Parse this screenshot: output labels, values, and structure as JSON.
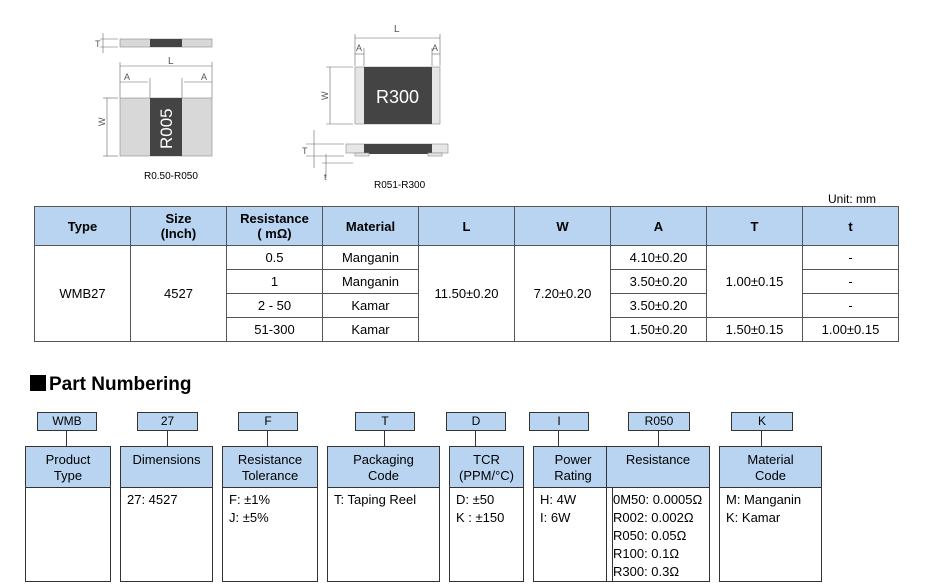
{
  "drawings": {
    "left_top_label": "R0.50-R050",
    "left_chip_text": "R005",
    "right_label": "R051-R300",
    "right_chip_text": "R300",
    "dim_L": "L",
    "dim_A": "A",
    "dim_W": "W",
    "dim_T": "T",
    "dim_t": "t"
  },
  "unit_label": "Unit: mm",
  "spec_table": {
    "headers": {
      "type": "Type",
      "size_line1": "Size",
      "size_line2": "(Inch)",
      "res_line1": "Resistance",
      "res_line2": "( mΩ)",
      "material": "Material",
      "L": "L",
      "W": "W",
      "A": "A",
      "T": "T",
      "t": "t"
    },
    "type": "WMB27",
    "size": "4527",
    "L": "11.50±0.20",
    "W": "7.20±0.20",
    "rows": [
      {
        "resistance": "0.5",
        "material": "Manganin",
        "A": "4.10±0.20",
        "t": "-"
      },
      {
        "resistance": "1",
        "material": "Manganin",
        "A": "3.50±0.20",
        "t": "-"
      },
      {
        "resistance": "2 - 50",
        "material": "Kamar",
        "A": "3.50±0.20",
        "t": "-"
      },
      {
        "resistance": "51-300",
        "material": "Kamar",
        "A": "1.50±0.20",
        "T": "1.50±0.15",
        "t": "1.00±0.15"
      }
    ],
    "T_merged": "1.00±0.15"
  },
  "part_numbering": {
    "title": "Part Numbering",
    "codes": [
      "WMB",
      "27",
      "F",
      "T",
      "D",
      "I",
      "R050",
      "K"
    ],
    "columns": [
      {
        "head1": "Product",
        "head2": "Type",
        "body": []
      },
      {
        "head1": "Dimensions",
        "head2": "",
        "body": [
          "27: 4527"
        ]
      },
      {
        "head1": "Resistance",
        "head2": "Tolerance",
        "body": [
          "F: ±1%",
          "J: ±5%"
        ]
      },
      {
        "head1": "Packaging",
        "head2": "Code",
        "body": [
          "T: Taping Reel"
        ]
      },
      {
        "head1": "TCR",
        "head2": "(PPM/°C)",
        "body": [
          "D: ±50",
          "K : ±150"
        ]
      },
      {
        "head1": "Power",
        "head2": "Rating",
        "body": [
          "H: 4W",
          "I: 6W"
        ]
      },
      {
        "head1": "Resistance",
        "head2": "",
        "body": [
          "0M50: 0.0005Ω",
          "R002: 0.002Ω",
          "R050: 0.05Ω",
          "R100: 0.1Ω",
          "R300: 0.3Ω"
        ]
      },
      {
        "head1": "Material",
        "head2": "Code",
        "body": [
          "M: Manganin",
          "K: Kamar"
        ]
      }
    ]
  }
}
